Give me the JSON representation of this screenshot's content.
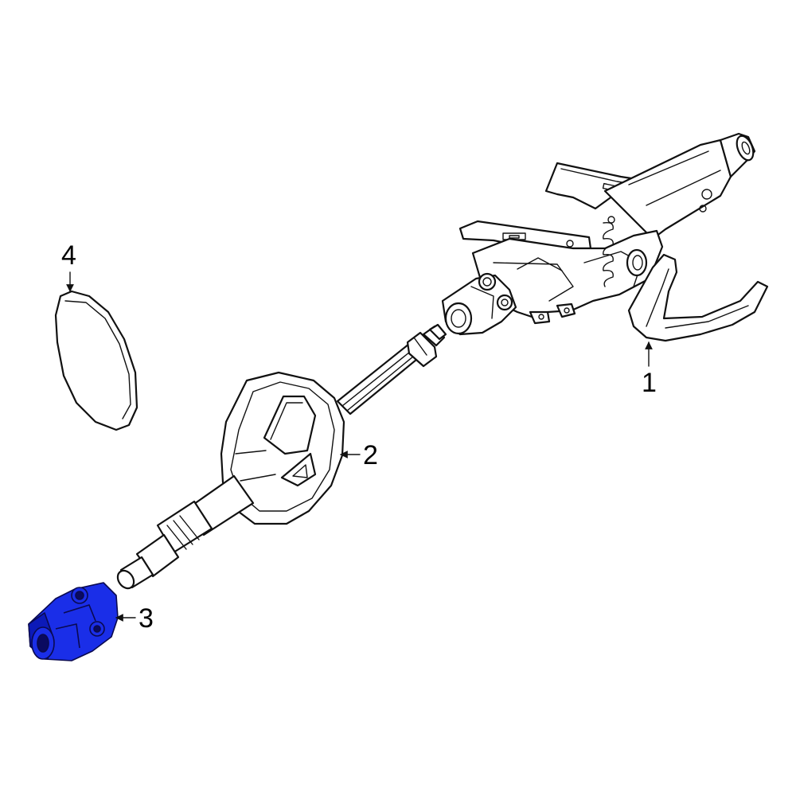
{
  "callouts": {
    "c1": "1",
    "c2": "2",
    "c3": "3",
    "c4": "4"
  },
  "colors": {
    "line": "#111111",
    "highlight": "#1a2ee8",
    "highlight_dark": "#0c1ab8",
    "background": "#ffffff"
  },
  "highlighted_part": "3"
}
